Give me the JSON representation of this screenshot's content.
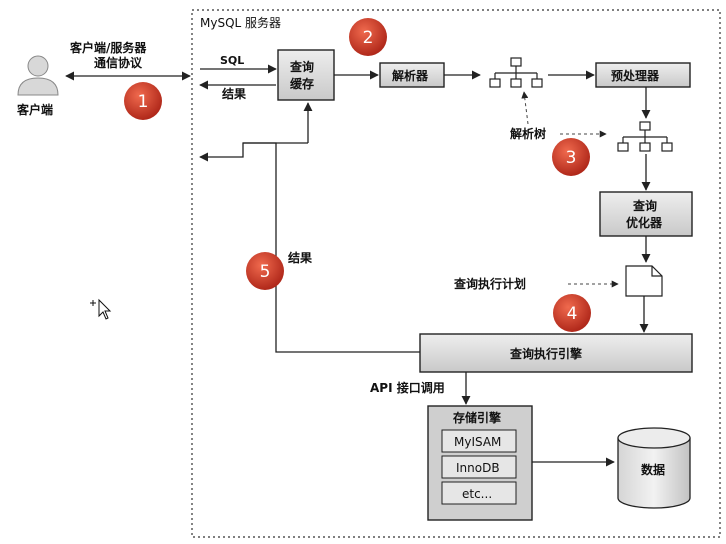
{
  "server": {
    "title": "MySQL 服务器"
  },
  "client": {
    "label": "客户端",
    "protocol_line1": "客户端/服务器",
    "protocol_line2": "通信协议"
  },
  "flow": {
    "sql": "SQL",
    "result_top": "结果",
    "result_mid": "结果"
  },
  "boxes": {
    "query_cache_line1": "查询",
    "query_cache_line2": "缓存",
    "parser": "解析器",
    "preprocessor": "预处理器",
    "optimizer_line1": "查询",
    "optimizer_line2": "优化器",
    "exec_engine": "查询执行引擎"
  },
  "labels": {
    "parse_tree": "解析树",
    "exec_plan": "查询执行计划",
    "api": "API 接口调用"
  },
  "storage": {
    "title": "存储引擎",
    "engines": [
      "MyISAM",
      "InnoDB",
      "etc..."
    ],
    "data": "数据"
  },
  "badges": [
    "1",
    "2",
    "3",
    "4",
    "5"
  ],
  "colors": {
    "badge": "#c0392b",
    "box": "#d9d9d9",
    "storage": "#c8c8c8"
  }
}
